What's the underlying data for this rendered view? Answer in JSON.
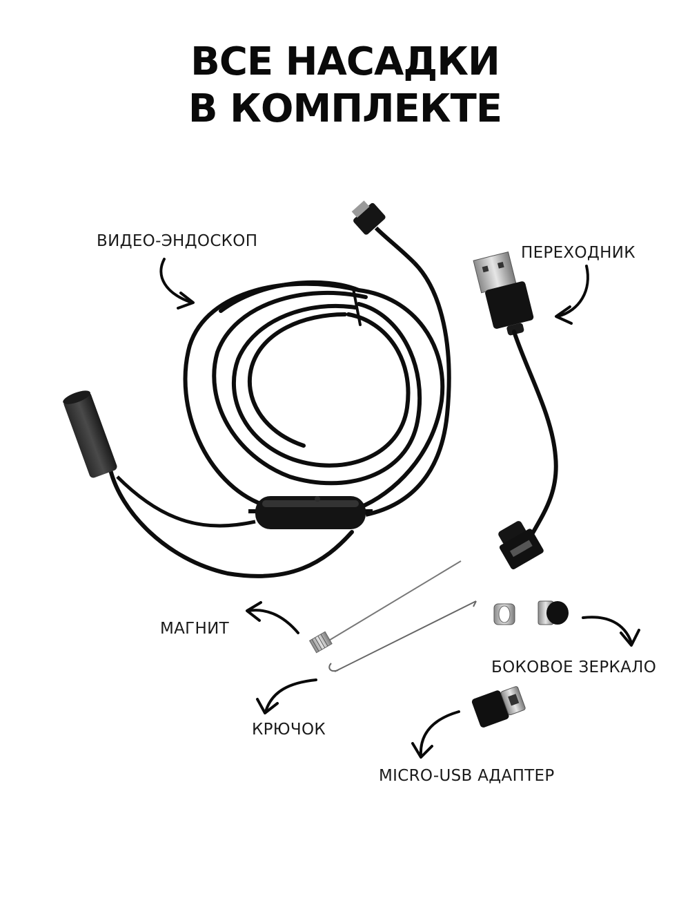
{
  "title": {
    "line1": "ВСЕ НАСАДКИ",
    "line2": "В КОМПЛЕКТЕ"
  },
  "labels": {
    "endoscope": "ВИДЕО-ЭНДОСКОП",
    "adapter": "ПЕРЕХОДНИК",
    "magnet": "МАГНИТ",
    "side_mirror": "БОКОВОЕ ЗЕРКАЛО",
    "hook": "КРЮЧОК",
    "micro_usb": "MICRO-USB АДАПТЕР"
  },
  "colors": {
    "cable": "#0d0d0d",
    "background": "#ffffff",
    "text": "#1a1a1a"
  },
  "icons": [
    "curved-arrow-icon"
  ]
}
